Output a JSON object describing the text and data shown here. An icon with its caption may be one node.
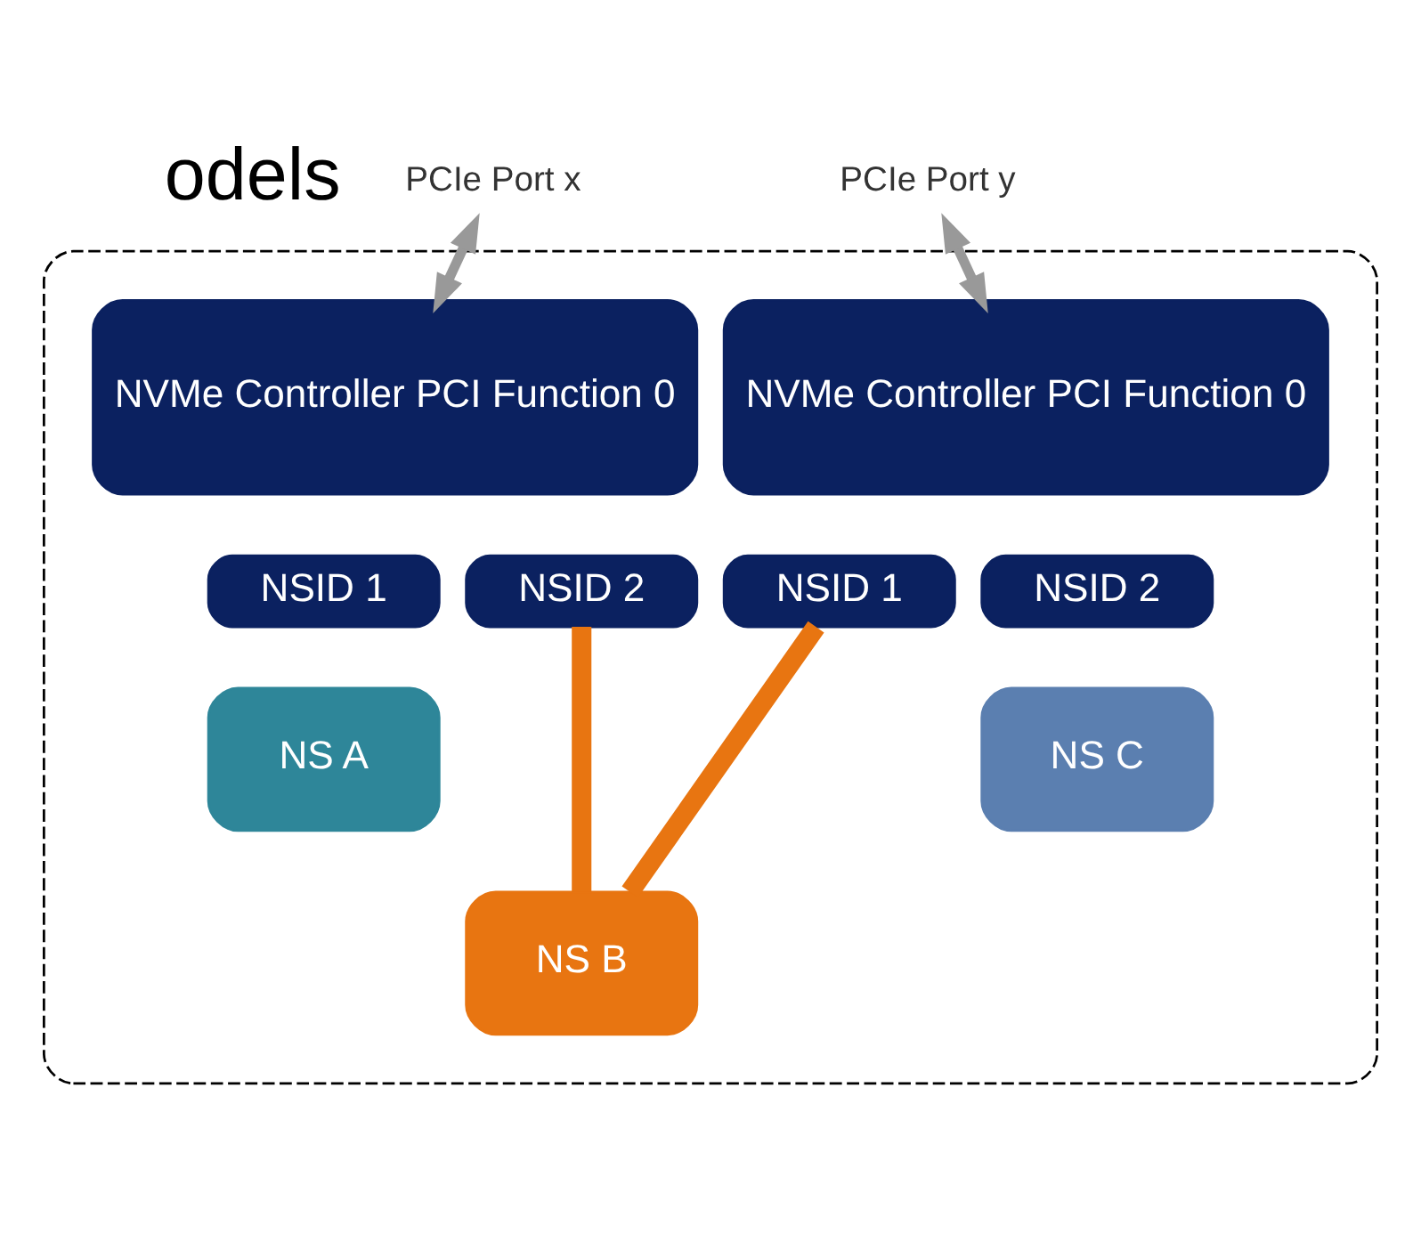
{
  "diagram": {
    "nodes": [
      {
        "text": [],
        "shape": "box"
      },
      {
        "text": [
          "PCIe Port x"
        ]
      },
      {
        "text": [
          "PCIe Port y"
        ]
      },
      {
        "text": [
          "NVMe Controller PCI Function 0"
        ],
        "in": 0
      },
      {
        "text": [
          "NSID 1"
        ],
        "in": 0
      },
      {
        "text": [
          "NSID 2"
        ],
        "in": 0
      },
      {
        "text": [
          "NVMe Controller PCI Function 0"
        ],
        "in": 0
      },
      {
        "text": [
          "NSID 1"
        ],
        "in": 0
      },
      {
        "text": [
          "NSID 2"
        ],
        "in": 0
      },
      {
        "text": [
          "NS A"
        ],
        "in": 0
      },
      {
        "text": [
          "NS B"
        ],
        "in": 0
      },
      {
        "text": [
          "NS C"
        ],
        "in": 0
      }
    ],
    "edges": [
      {
        "from": 1,
        "to": 3,
        "arrow": "both",
        "color": "#999999"
      },
      {
        "from": 2,
        "to": 6,
        "arrow": "both",
        "color": "#999999"
      },
      {
        "from": 5,
        "to": 10,
        "arrow": "none",
        "style": "thick",
        "color": "#e87511"
      },
      {
        "from": 7,
        "to": 10,
        "arrow": "none",
        "style": "thick",
        "color": "#e87511"
      }
    ],
    "labels": [
      "odels"
    ]
  }
}
